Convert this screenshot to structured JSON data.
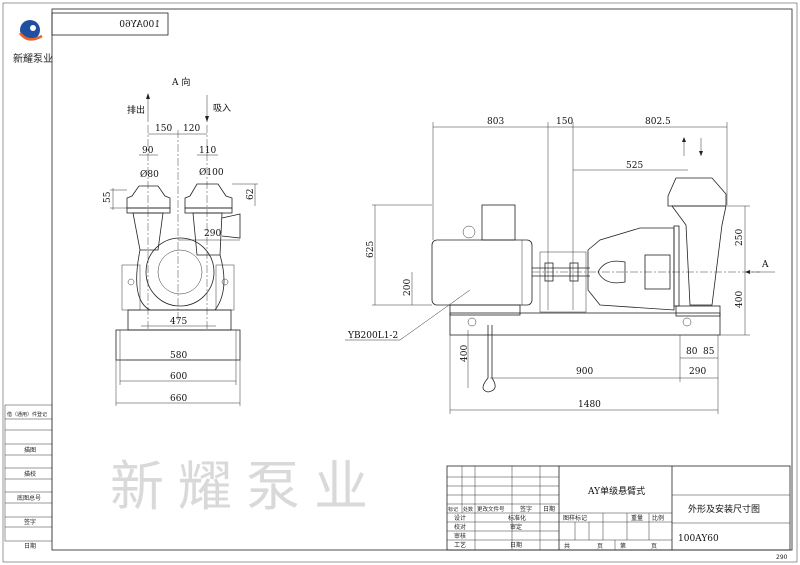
{
  "brand": {
    "name": "新耀泵业",
    "logo_colors": {
      "blue": "#1f4fa0",
      "orange": "#e8622a"
    }
  },
  "watermark": "新耀泵业",
  "mirrored_label": "100AY60",
  "page_number": "290",
  "left_view": {
    "view_label": "A 向",
    "discharge_label": "排出",
    "suction_label": "吸入",
    "dims": {
      "d150": "150",
      "d120": "120",
      "d90": "90",
      "d110": "110",
      "phi80": "Ø80",
      "phi100": "Ø100",
      "d55": "55",
      "d62": "62",
      "d290": "290",
      "d475": "475",
      "d580": "580",
      "d600": "600",
      "d660": "660"
    }
  },
  "side_view": {
    "motor_model": "YB200L1-2",
    "view_arrow_label": "A",
    "dims": {
      "d803": "803",
      "d150": "150",
      "d802_5": "802.5",
      "d525": "525",
      "d625": "625",
      "d200": "200",
      "d250": "250",
      "d400a": "400",
      "d400b": "400",
      "d900": "900",
      "d80": "80",
      "d85": "85",
      "d290": "290",
      "d1480": "1480"
    }
  },
  "left_column": {
    "rows": [
      "借（通用）件登记",
      "描图",
      "描校",
      "底图总号",
      "签字",
      "日期"
    ]
  },
  "title_block": {
    "header": [
      "标记",
      "处数",
      "更改文件号",
      "签字",
      "日期"
    ],
    "rows": [
      {
        "a": "设计",
        "b": "标准化"
      },
      {
        "a": "校对",
        "b": "审定"
      },
      {
        "a": "审核",
        "b": ""
      },
      {
        "a": "工艺",
        "b": "日期"
      }
    ],
    "product_type": "AY单级悬臂式",
    "drawing_mark": "图样标记",
    "weight": "重量",
    "scale": "比例",
    "total": "共",
    "page": "页",
    "sheet": "第",
    "page2": "页",
    "drawing_title": "外形及安装尺寸图",
    "drawing_number": "100AY60"
  }
}
